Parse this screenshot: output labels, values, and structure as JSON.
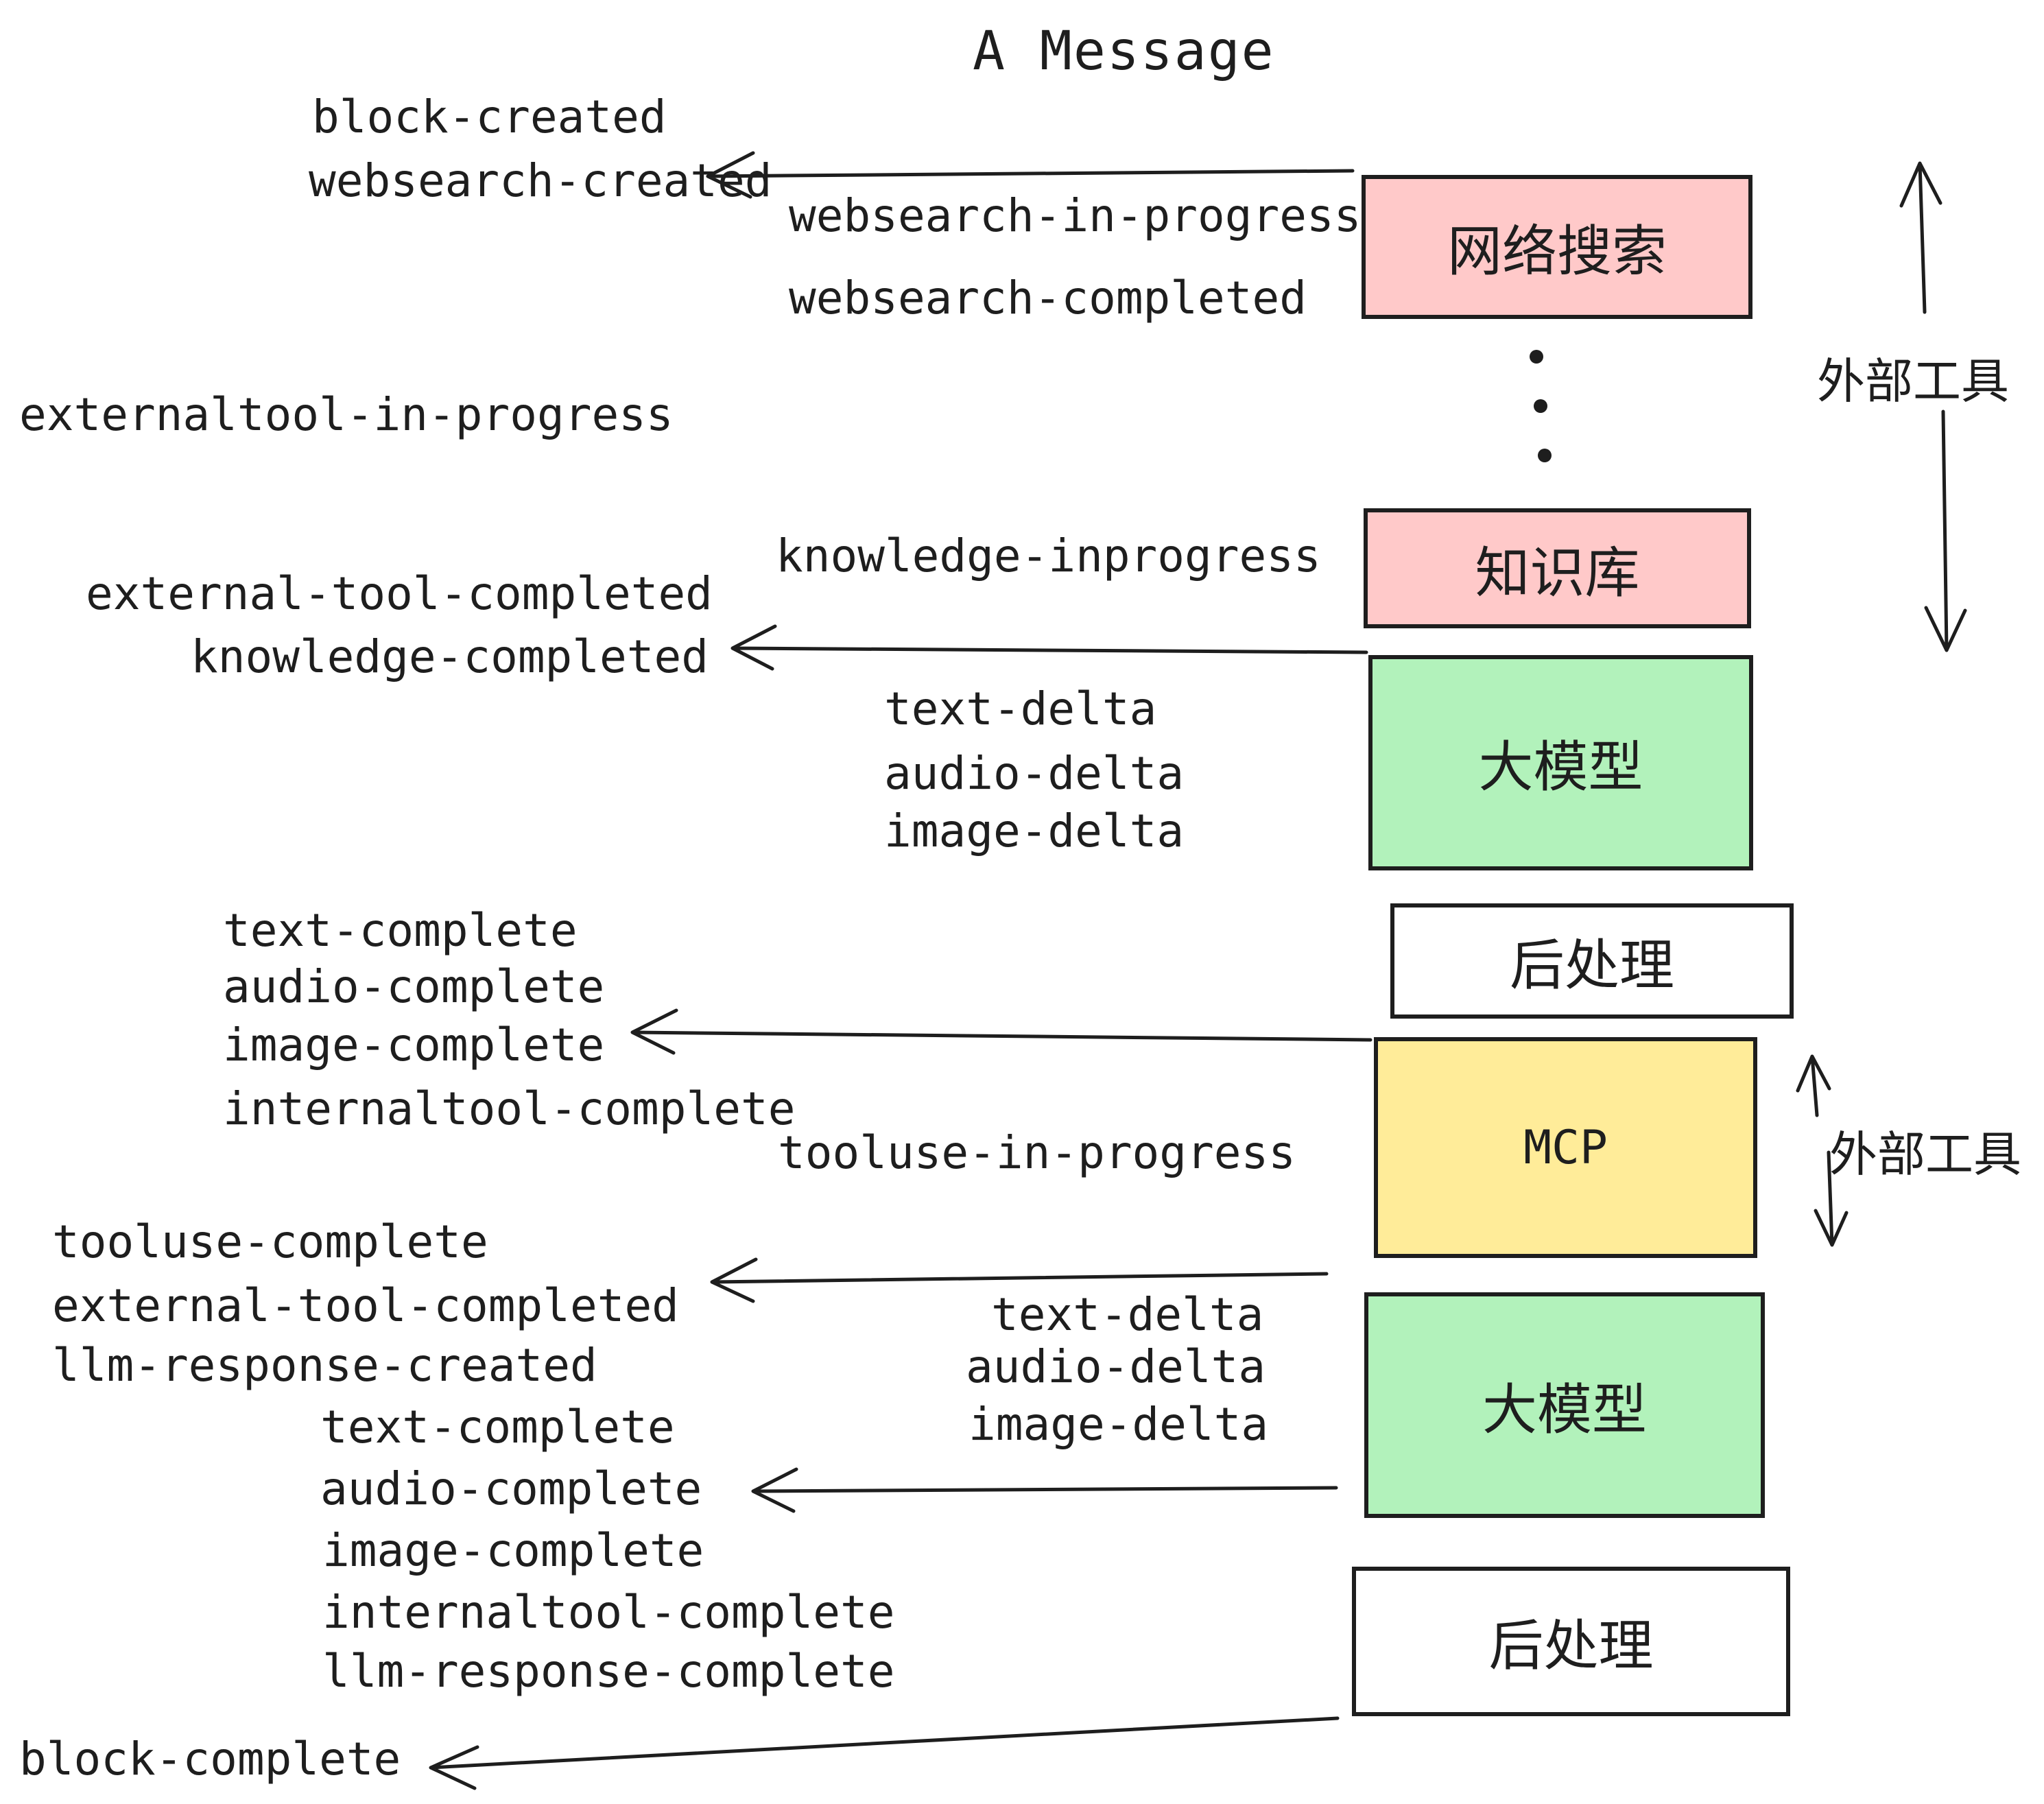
{
  "title": "A Message",
  "colors": {
    "stroke": "#1e1e1e",
    "box_pink": "#ffc9c9",
    "box_green": "#b2f2bb",
    "box_yellow": "#ffec99",
    "box_white": "#ffffff",
    "background": "#ffffff"
  },
  "boxes": {
    "websearch": "网络搜索",
    "knowledge": "知识库",
    "llm1": "大模型",
    "post1": "后处理",
    "mcp": "MCP",
    "llm2": "大模型",
    "post2": "后处理"
  },
  "side_labels": {
    "external_tools_top": "外部工具",
    "external_tools_mcp": "外部工具"
  },
  "events": {
    "block_created": "block-created",
    "websearch_created": "websearch-created",
    "websearch_in_progress": "websearch-in-progress",
    "websearch_completed": "websearch-completed",
    "externaltool_in_progress": "externaltool-in-progress",
    "external_tool_completed": "external-tool-completed",
    "knowledge_completed": "knowledge-completed",
    "knowledge_inprogress": "knowledge-inprogress",
    "text_delta": "text-delta",
    "audio_delta": "audio-delta",
    "image_delta": "image-delta",
    "text_complete": "text-complete",
    "audio_complete": "audio-complete",
    "image_complete": "image-complete",
    "internaltool_complete": "internaltool-complete",
    "tooluse_in_progress": "tooluse-in-progress",
    "tooluse_complete": "tooluse-complete",
    "external_tool_completed_2": "external-tool-completed",
    "llm_response_created": "llm-response-created",
    "text_delta_2": "text-delta",
    "audio_delta_2": "audio-delta",
    "image_delta_2": "image-delta",
    "text_complete_2": "text-complete",
    "audio_complete_2": "audio-complete",
    "image_complete_2": "image-complete",
    "internaltool_complete_2": "internaltool-complete",
    "llm_response_complete": "llm-response-complete",
    "block_complete": "block-complete"
  }
}
